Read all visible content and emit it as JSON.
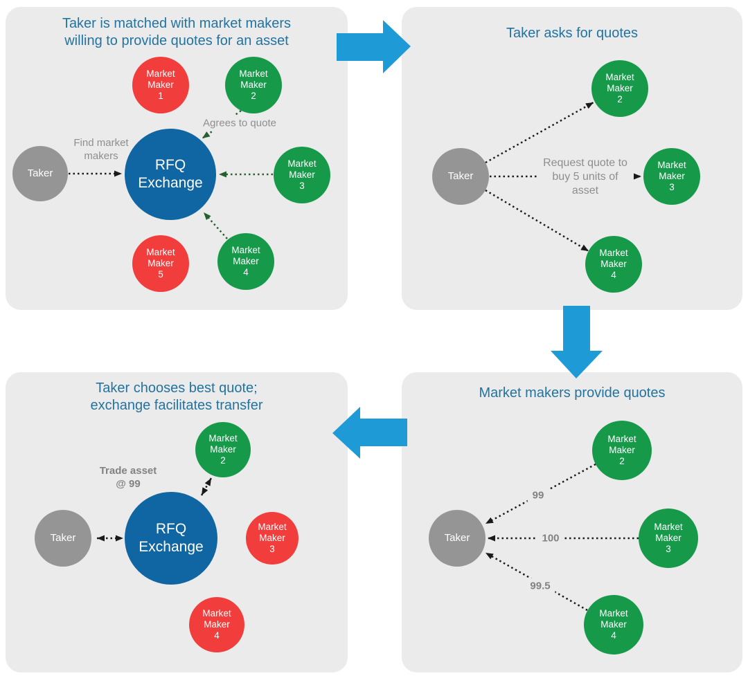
{
  "colors": {
    "page_bg": "#ffffff",
    "panel_bg": "#ebebeb",
    "title_blue": "#2373a0",
    "node_red": "#f23d3d",
    "node_green": "#17994a",
    "node_blue": "#1065a3",
    "node_gray": "#959595",
    "flow_arrow_blue": "#1e9bd7",
    "dotted_arrow_black": "#1a1a1a",
    "dotted_arrow_green": "#25602f",
    "annotation_gray": "#8e8e8e"
  },
  "panels": {
    "matching": {
      "title": "Taker is matched with market makers\nwilling to provide quotes for an asset",
      "nodes": {
        "taker": "Taker",
        "rfq": "RFQ\nExchange",
        "mm1": "Market\nMaker\n1",
        "mm2": "Market\nMaker\n2",
        "mm3": "Market\nMaker\n3",
        "mm4": "Market\nMaker\n4",
        "mm5": "Market\nMaker\n5"
      },
      "annotations": {
        "find_makers": "Find market\nmakers",
        "agrees": "Agrees to quote"
      }
    },
    "ask": {
      "title": "Taker asks for quotes",
      "nodes": {
        "taker": "Taker",
        "mm2": "Market\nMaker\n2",
        "mm3": "Market\nMaker\n3",
        "mm4": "Market\nMaker\n4"
      },
      "annotations": {
        "request": "Request quote to\nbuy 5 units of\nasset"
      }
    },
    "quotes": {
      "title": "Market makers provide quotes",
      "nodes": {
        "taker": "Taker",
        "mm2": "Market\nMaker\n2",
        "mm3": "Market\nMaker\n3",
        "mm4": "Market\nMaker\n4"
      },
      "annotations": {
        "quote_mm2": "99",
        "quote_mm3": "100",
        "quote_mm4": "99.5"
      }
    },
    "choose": {
      "title": "Taker chooses best quote;\nexchange facilitates transfer",
      "nodes": {
        "taker": "Taker",
        "rfq": "RFQ\nExchange",
        "mm2": "Market\nMaker\n2",
        "mm3": "Market\nMaker\n3",
        "mm4": "Market\nMaker\n4"
      },
      "annotations": {
        "trade": "Trade asset\n@ 99"
      }
    }
  }
}
